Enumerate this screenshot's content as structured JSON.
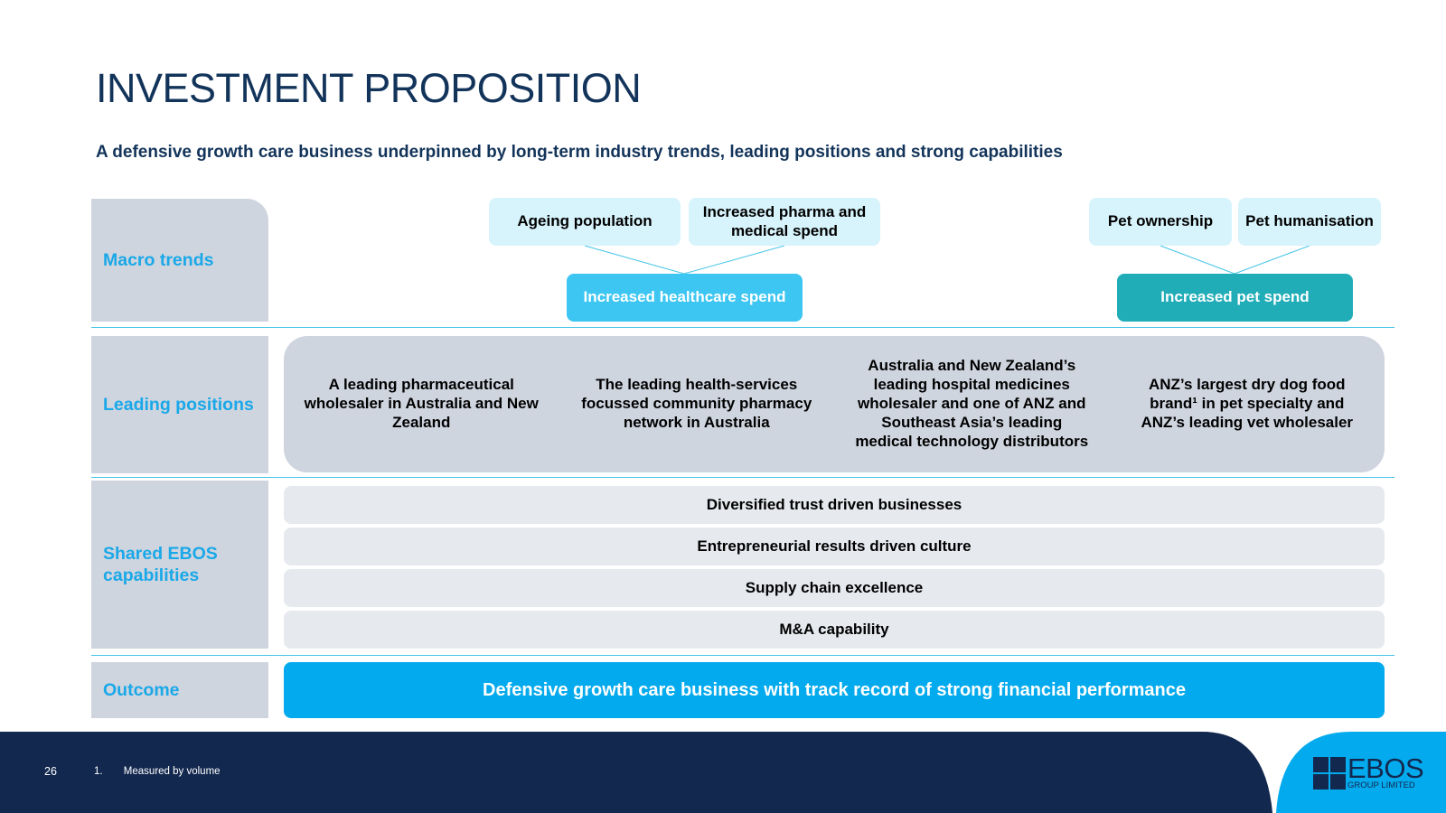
{
  "title": "INVESTMENT PROPOSITION",
  "subtitle": "A defensive growth care business underpinned by long-term industry trends, leading positions and strong capabilities",
  "rows": {
    "macro": "Macro trends",
    "leading": "Leading positions",
    "shared": "Shared EBOS capabilities",
    "outcome": "Outcome"
  },
  "macro": {
    "healthcare_trends": [
      "Ageing population",
      "Increased pharma and medical spend"
    ],
    "healthcare_spend": "Increased healthcare spend",
    "pet_trends": [
      "Pet ownership",
      "Pet humanisation"
    ],
    "pet_spend": "Increased pet spend"
  },
  "leading_positions": [
    "A leading pharmaceutical wholesaler in Australia and New Zealand",
    "The leading health-services focussed community pharmacy network in Australia",
    "Australia and New Zealand’s leading hospital medicines wholesaler and one of ANZ and Southeast Asia’s leading medical technology distributors",
    "ANZ’s largest dry dog food brand¹ in pet specialty and ANZ’s leading vet wholesaler"
  ],
  "capabilities": [
    "Diversified trust driven businesses",
    "Entrepreneurial results driven culture",
    "Supply chain excellence",
    "M&A capability"
  ],
  "outcome": "Defensive growth care business with track record of strong financial performance",
  "footer": {
    "page_number": "26",
    "footnote_number": "1.",
    "footnote_text": "Measured by volume"
  },
  "logo": {
    "name": "EBOS",
    "tagline": "GROUP LIMITED"
  },
  "colors": {
    "navy": "#13284f",
    "title": "#13345a",
    "accent_blue": "#03aaed",
    "label_blue": "#1aa8e8",
    "teal": "#21adb7",
    "light_blue": "#d7f3fb",
    "grey": "#cfd5df",
    "light_grey": "#e6e9ee"
  }
}
